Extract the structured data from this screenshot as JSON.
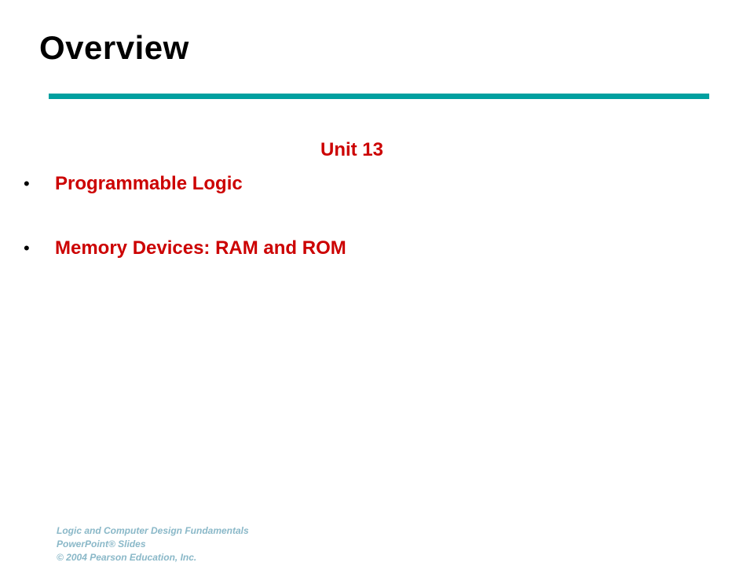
{
  "slide": {
    "title": "Overview",
    "accent_color": "#00a0a0",
    "text_color": "#cc0000",
    "unit_heading": "Unit 13",
    "bullets": [
      {
        "marker": "•",
        "label": "Programmable Logic"
      },
      {
        "marker": "•",
        "label": "Memory Devices: RAM and ROM"
      }
    ],
    "footer": {
      "line1": "Logic and Computer Design Fundamentals",
      "line2": "PowerPoint® Slides",
      "line3": "© 2004 Pearson Education, Inc."
    }
  }
}
